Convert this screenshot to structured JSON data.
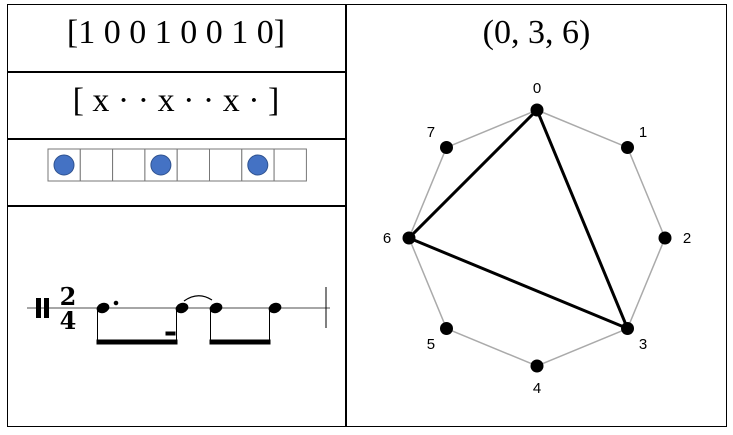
{
  "binary_vector": "[1 0 0 1 0 0 1 0]",
  "box_notation": "[ x · · x · · x · ]",
  "grid": {
    "cells": [
      1,
      0,
      0,
      1,
      0,
      0,
      1,
      0
    ],
    "onset_color": "#4472c4"
  },
  "notation": {
    "time_signature_top": "2",
    "time_signature_bottom": "4"
  },
  "necklace": {
    "title": "(0, 3, 6)",
    "points": [
      "0",
      "1",
      "2",
      "3",
      "4",
      "5",
      "6",
      "7"
    ],
    "onsets": [
      0,
      3,
      6
    ]
  }
}
